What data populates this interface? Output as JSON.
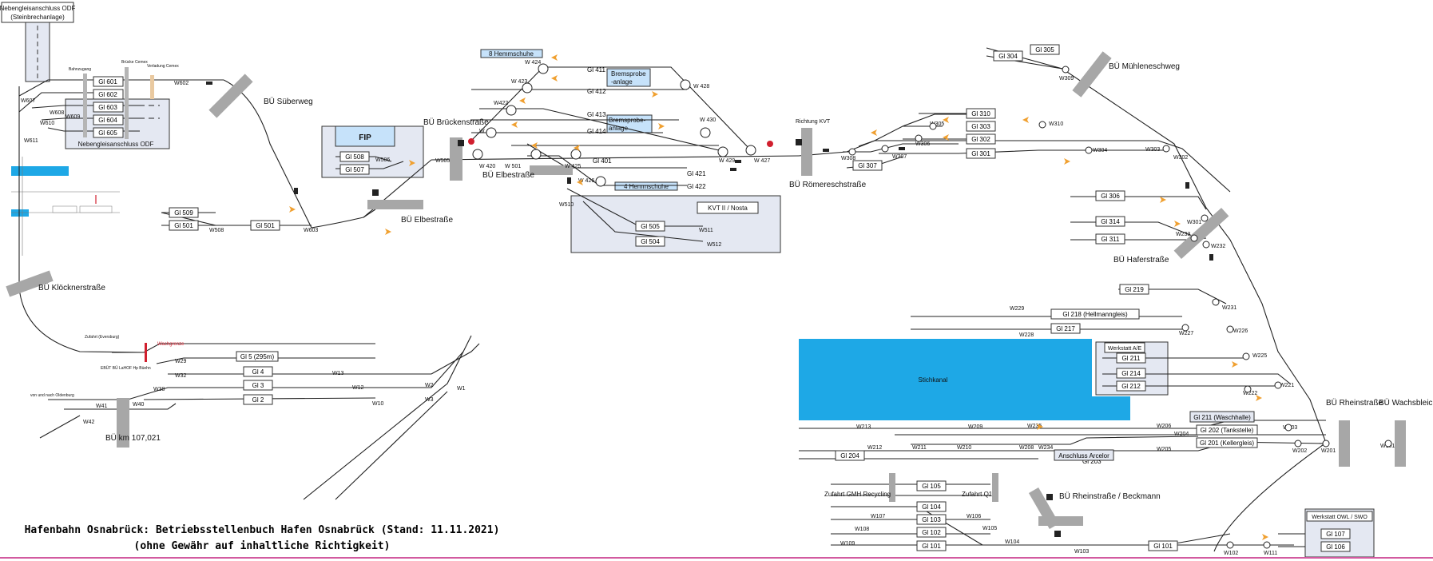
{
  "footer": {
    "line1": "Hafenbahn Osnabrück: Betriebsstellenbuch Hafen Osnabrück (Stand: 11.11.2021)",
    "line2": "(ohne Gewähr auf inhaltliche Richtigkeit)"
  },
  "areas": {
    "odf_top": "Nebengleisanschluss ODF",
    "odf_top_sub": "(Steinbrechanlage)",
    "odf_lower": "Nebengleisanschluss ODF",
    "fip": "FIP",
    "kvt": "KVT II / Nosta",
    "hemm8": "8 Hemmschuhe",
    "hemm4": "4 Hemmschuhe",
    "brems1": "Bremsprobe -anlage",
    "brems2": "Bremsprobe- anlage",
    "stichkanal": "Stichkanal",
    "werkstatt_ae": "Werkstatt A/E",
    "werkstatt_owl": "Werkstatt OWL / SWO",
    "arcelor": "Anschluss Arcelor",
    "richtung_kvt": "Richtung KVT",
    "zufahrt_gmh": "Zufahrt GMH Recycling",
    "zufahrt_q1": "Zufahrt Q1",
    "wachgrenze": "Wachgrenze",
    "bahnuebergang": "Bahnzugang",
    "bruecke": "Brücke Cemex",
    "verladung": "Verladung Cemex",
    "zufahrt_eversburg": "Zufahrt (Eversburg)",
    "ebuet": "EBÜT BÜ LaHOF Hp Büehn",
    "von_oldenburg": "von und nach Oldenburg"
  },
  "crossings": [
    "BÜ Süberweg",
    "BÜ Brückenstraße",
    "BÜ Elbestraße",
    "BÜ Elbestraße",
    "BÜ Römereschstraße",
    "BÜ Mühleneschweg",
    "BÜ Haferstraße",
    "BÜ Klöcknerstraße",
    "BÜ km 107,021",
    "BÜ Rheinstraße",
    "BÜ Wachsbleiche",
    "BÜ Rheinstraße / Beckmann"
  ],
  "tracks": [
    "Gl 601",
    "Gl 602",
    "Gl 603",
    "Gl 604",
    "Gl 605",
    "Gl 508",
    "Gl 507",
    "Gl 509",
    "Gl 501",
    "Gl 501",
    "Gl 505",
    "Gl 504",
    "Gl 411",
    "Gl 412",
    "Gl 413",
    "Gl 414",
    "Gl 401",
    "Gl 421",
    "Gl 422",
    "Gl 310",
    "Gl 303",
    "Gl 302",
    "Gl 301",
    "Gl 307",
    "Gl 305",
    "Gl 304",
    "Gl 306",
    "Gl 314",
    "Gl 311",
    "Gl 219",
    "Gl 218 (Hellmanngleis)",
    "Gl 217",
    "Gl 5 (295m)",
    "Gl 4",
    "Gl 3",
    "Gl 2",
    "Gl 211",
    "Gl 214",
    "Gl 212",
    "Gl 211 (Waschhalle)",
    "Gl 202 (Tankstelle)",
    "Gl 201 (Kellergleis)",
    "Gl 204",
    "Gl 203",
    "Gl 105",
    "Gl 104",
    "Gl 103",
    "Gl 102",
    "Gl 101",
    "Gl 101",
    "Gl 107",
    "Gl 106"
  ],
  "switches": [
    "W607",
    "W608",
    "W609",
    "W610",
    "W611",
    "W602",
    "W603",
    "W508",
    "W505",
    "W506",
    "W510",
    "W511",
    "W512",
    "W 420",
    "W 421",
    "W422",
    "W 423",
    "W 424",
    "W 425",
    "W 426",
    "W 427",
    "W 428",
    "W 429",
    "W 430",
    "W 501",
    "W308",
    "W307",
    "W306",
    "W305",
    "W310",
    "W304",
    "W303",
    "W302",
    "W309",
    "W301",
    "W233",
    "W232",
    "W231",
    "W226",
    "W227",
    "W229",
    "W228",
    "W225",
    "W222",
    "W221",
    "W29",
    "W32",
    "W38",
    "W13",
    "W12",
    "W10",
    "W40",
    "W41",
    "W42",
    "W2",
    "W3",
    "W1",
    "W213",
    "W212",
    "W211",
    "W210",
    "W209",
    "W208",
    "W235",
    "W234",
    "W206",
    "W204",
    "W205",
    "W203",
    "W202",
    "W201",
    "W101",
    "W109",
    "W108",
    "W107",
    "W106",
    "W105",
    "W104",
    "W103",
    "W102",
    "W111"
  ],
  "colors": {
    "water": "#1ea8e6",
    "boxfill": "#e4e8f2",
    "crossing": "#a7a7a7",
    "signal": "#d11f2e",
    "bottomline": "#d25aa0"
  }
}
